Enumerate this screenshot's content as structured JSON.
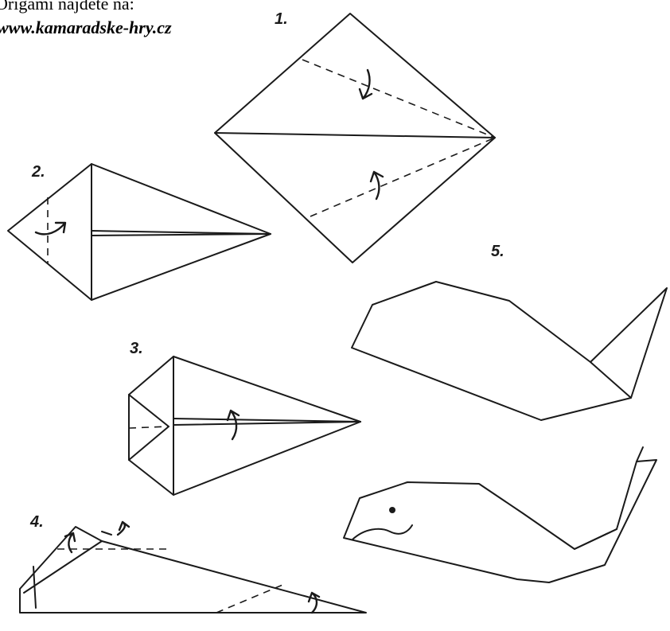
{
  "header": {
    "line1": "Origami najdete na:",
    "line2": "www.kamaradske-hry.cz"
  },
  "steps": [
    "1.",
    "2.",
    "3.",
    "4.",
    "5."
  ]
}
